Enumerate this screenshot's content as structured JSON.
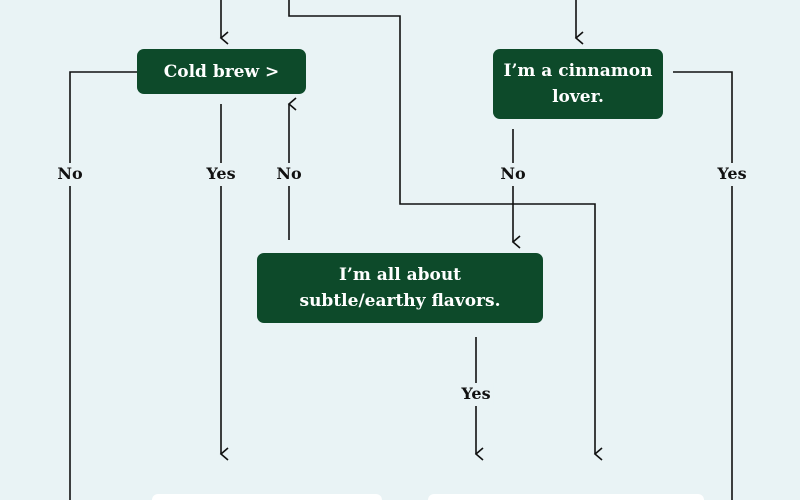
{
  "nodes": {
    "cold_brew": "Cold brew >",
    "cinnamon_line1": "I’m a cinnamon",
    "cinnamon_line2": "lover.",
    "earthy_line1": "I’m all about",
    "earthy_line2": "subtle/earthy flavors."
  },
  "labels": {
    "cold_no": "No",
    "cold_yes": "Yes",
    "earthy_no": "No",
    "cinnamon_no": "No",
    "cinnamon_yes": "Yes",
    "earthy_yes": "Yes"
  },
  "colors": {
    "background": "#e9f3f5",
    "node_fill": "#0d4a2a",
    "node_text": "#ffffff",
    "line": "#111111"
  }
}
